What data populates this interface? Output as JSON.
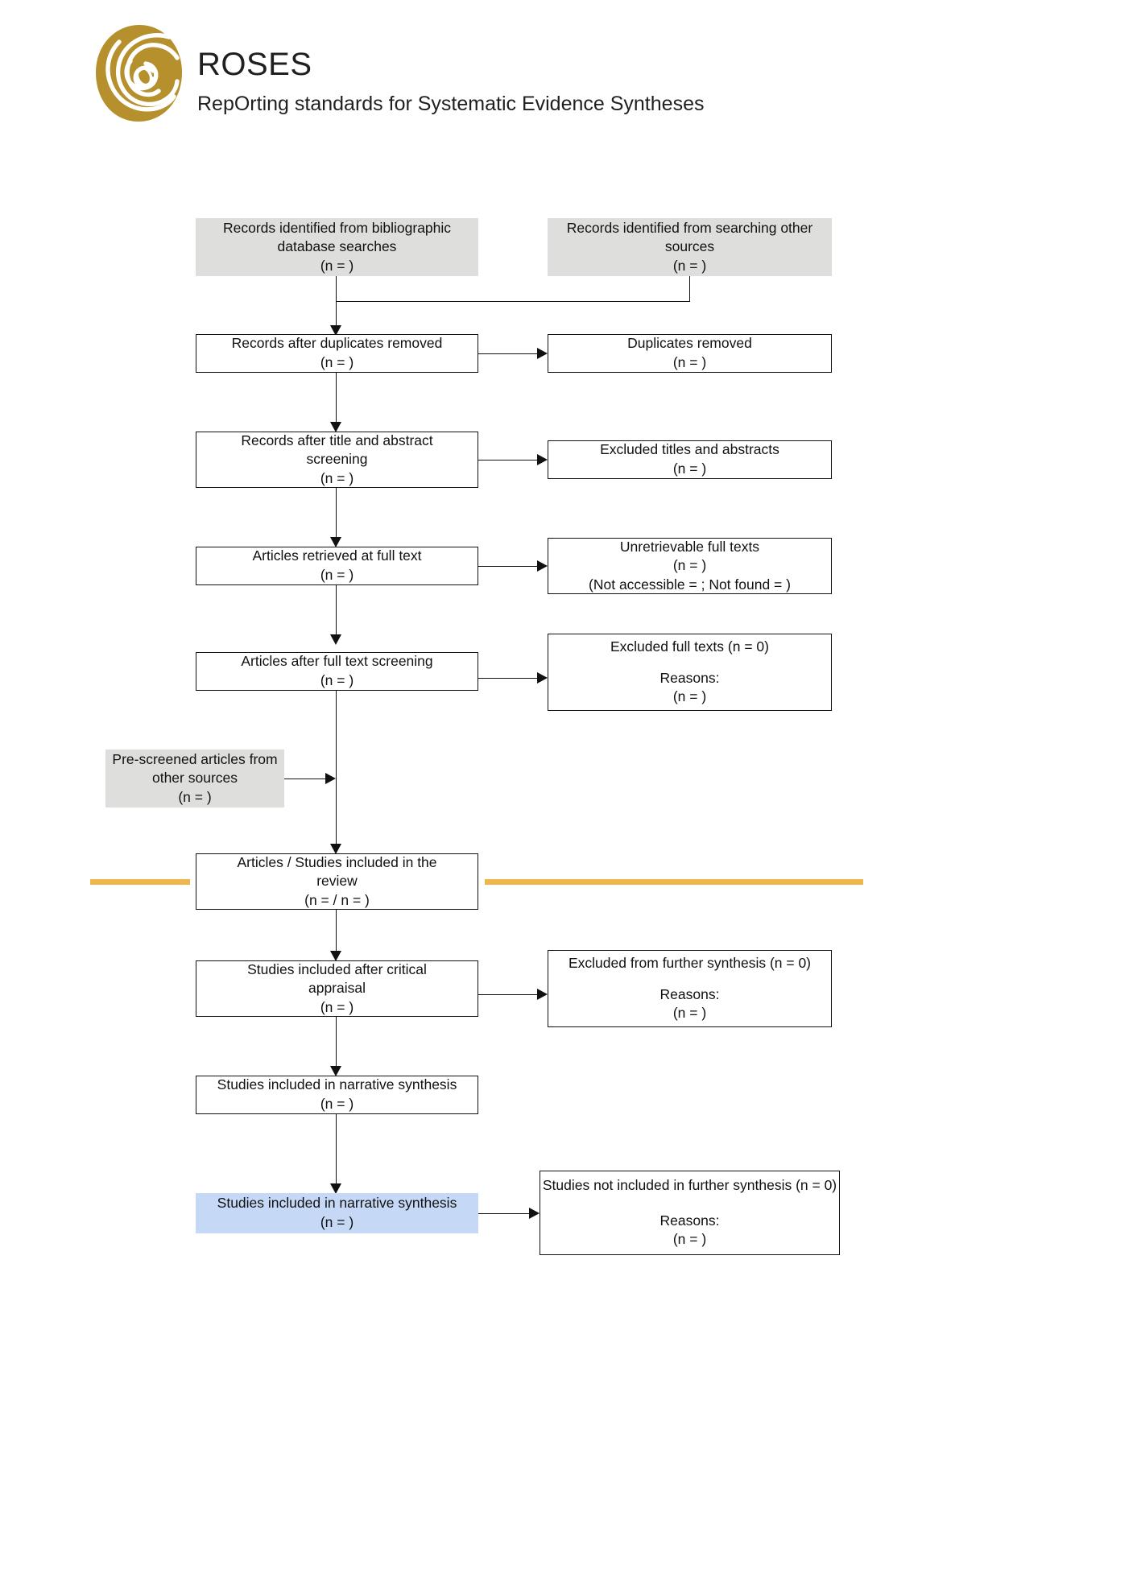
{
  "header": {
    "logo_icon": "rose-logo-icon",
    "title": "ROSES",
    "subtitle": "RepOrting standards for Systematic Evidence Syntheses",
    "brand_gold": "#b5902c",
    "accent_gold": "#eeb64b"
  },
  "colors": {
    "grey_box": "#dededd",
    "blue_box": "#c5d9f7",
    "white_box": "#ffffff",
    "stroke": "#111111"
  },
  "nodes": {
    "db_searches": {
      "style": "grey",
      "lines": [
        "Records identified from bibliographic",
        "database searches",
        "(n = )"
      ]
    },
    "other_sources": {
      "style": "grey",
      "lines": [
        "Records identified from searching other",
        "sources",
        "(n = )"
      ]
    },
    "after_duplicates": {
      "style": "white",
      "lines": [
        "Records after duplicates removed",
        "(n = )"
      ]
    },
    "duplicates_removed": {
      "style": "white",
      "lines": [
        "Duplicates removed",
        "(n = )"
      ]
    },
    "after_title_abstract": {
      "style": "white",
      "lines": [
        "Records after title and abstract",
        "screening",
        "(n = )"
      ]
    },
    "excluded_titles": {
      "style": "white",
      "lines": [
        "Excluded titles and abstracts",
        "(n = )"
      ]
    },
    "full_text_retrieved": {
      "style": "white",
      "lines": [
        "Articles retrieved at full text",
        "(n = )"
      ]
    },
    "unretrievable": {
      "style": "white",
      "lines": [
        "Unretrievable full texts",
        "(n = )",
        "(Not accessible = ; Not found = )"
      ]
    },
    "after_full_text": {
      "style": "white",
      "lines": [
        "Articles after full text screening",
        "(n = )"
      ]
    },
    "excluded_full_texts": {
      "style": "white",
      "lines": [
        "Excluded full texts (n = 0)",
        "",
        "Reasons:",
        "(n = )"
      ]
    },
    "pre_screened": {
      "style": "grey",
      "lines": [
        "Pre-screened articles from",
        "other sources",
        "(n = )"
      ]
    },
    "included_review": {
      "style": "white",
      "lines": [
        "Articles / Studies included in the",
        "review",
        "(n =  / n = )"
      ]
    },
    "after_critical_appraisal": {
      "style": "white",
      "lines": [
        "Studies included after critical",
        "appraisal",
        "(n = )"
      ]
    },
    "excluded_further_synthesis": {
      "style": "white",
      "lines": [
        "Excluded from further synthesis (n = 0)",
        "",
        "Reasons:",
        "(n = )"
      ]
    },
    "narrative_synthesis_1": {
      "style": "white",
      "lines": [
        "Studies included in narrative synthesis",
        "(n = )"
      ]
    },
    "narrative_synthesis_2": {
      "style": "blue",
      "lines": [
        "Studies included in narrative synthesis",
        "(n = )"
      ]
    },
    "not_included_further": {
      "style": "white",
      "lines": [
        "Studies not included in further synthesis (n = 0)",
        "",
        "Reasons:",
        "(n = )"
      ]
    }
  }
}
